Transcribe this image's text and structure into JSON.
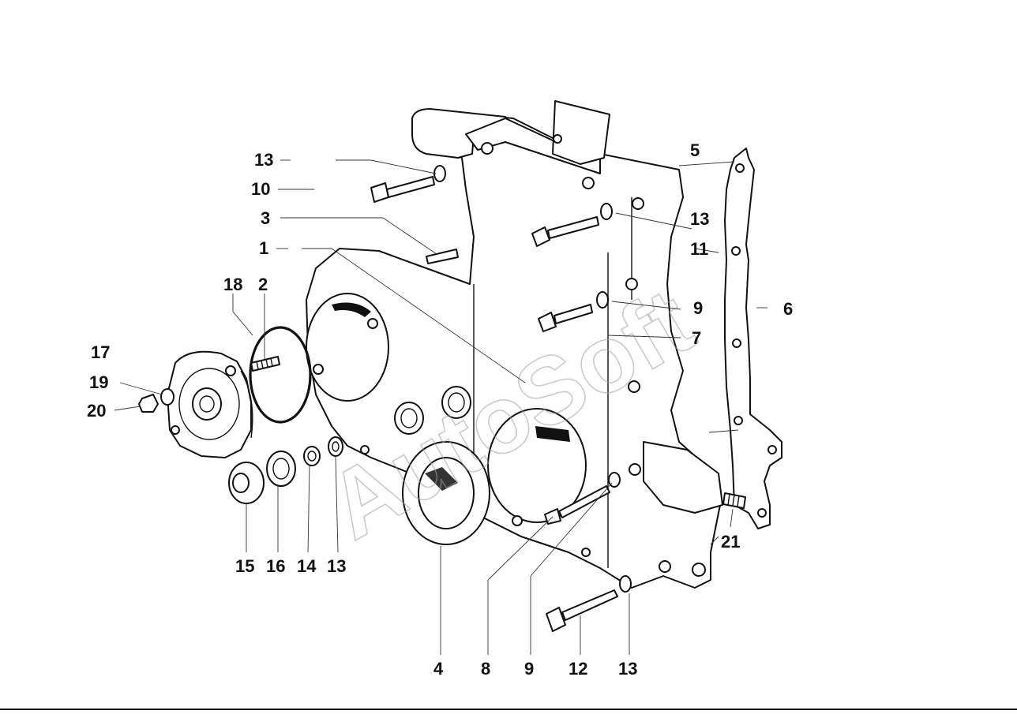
{
  "watermark": "AutoSoft",
  "callouts": [
    {
      "id": "c13a",
      "text": "13"
    },
    {
      "id": "c10",
      "text": "10"
    },
    {
      "id": "c3",
      "text": "3"
    },
    {
      "id": "c1",
      "text": "1"
    },
    {
      "id": "c18",
      "text": "18"
    },
    {
      "id": "c2",
      "text": "2"
    },
    {
      "id": "c17",
      "text": "17"
    },
    {
      "id": "c19",
      "text": "19"
    },
    {
      "id": "c20",
      "text": "20"
    },
    {
      "id": "c5",
      "text": "5"
    },
    {
      "id": "c13b",
      "text": "13"
    },
    {
      "id": "c11",
      "text": "11"
    },
    {
      "id": "c9a",
      "text": "9"
    },
    {
      "id": "c6",
      "text": "6"
    },
    {
      "id": "c7",
      "text": "7"
    },
    {
      "id": "c21",
      "text": "21"
    },
    {
      "id": "c15",
      "text": "15"
    },
    {
      "id": "c16",
      "text": "16"
    },
    {
      "id": "c14",
      "text": "14"
    },
    {
      "id": "c13c",
      "text": "13"
    },
    {
      "id": "c4",
      "text": "4"
    },
    {
      "id": "c8",
      "text": "8"
    },
    {
      "id": "c9b",
      "text": "9"
    },
    {
      "id": "c12",
      "text": "12"
    },
    {
      "id": "c13d",
      "text": "13"
    }
  ]
}
